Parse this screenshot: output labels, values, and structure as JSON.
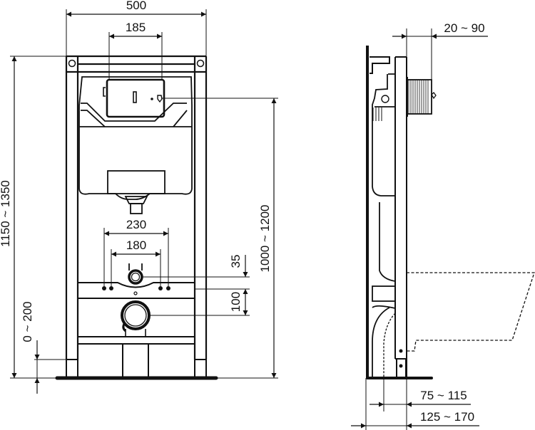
{
  "diagram": {
    "type": "technical-installation-drawing",
    "subject": "Concealed cistern WC installation frame",
    "views": [
      "front-view",
      "side-view"
    ],
    "line_color": "#111111",
    "background": "#ffffff"
  },
  "front_view": {
    "dimensions": {
      "frame_width": "500",
      "actuator_opening_width": "185",
      "mounting_holes_outer": "230",
      "mounting_holes_inner": "180",
      "supply_offset": "35",
      "waste_offset": "100",
      "actuator_height": "1000 ~ 1200",
      "frame_height": "1150 ~ 1350",
      "foot_adjust": "0 ~ 200"
    }
  },
  "side_view": {
    "dimensions": {
      "actuator_depth": "20 ~ 90",
      "waste_depth": "75 ~ 115",
      "frame_depth": "125 ~ 170"
    }
  }
}
